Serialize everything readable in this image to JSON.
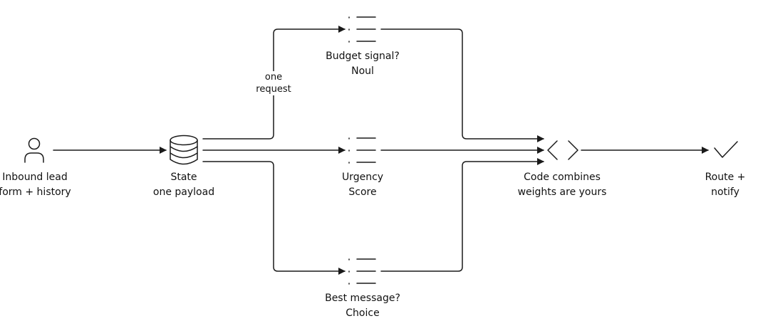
{
  "nodes": {
    "lead": {
      "line1": "Inbound lead",
      "line2": "form + history",
      "icon": "user-icon"
    },
    "state": {
      "line1": "State",
      "line2": "one payload",
      "icon": "database-icon"
    },
    "budget": {
      "line1": "Budget signal?",
      "line2": "Noul",
      "icon": "list-icon"
    },
    "urgency": {
      "line1": "Urgency",
      "line2": "Score",
      "icon": "list-icon"
    },
    "message": {
      "line1": "Best message?",
      "line2": "Choice",
      "icon": "list-icon"
    },
    "code": {
      "line1": "Code combines",
      "line2": "weights are yours",
      "icon": "code-icon"
    },
    "route": {
      "line1": "Route +",
      "line2": "notify",
      "icon": "check-icon"
    }
  },
  "edges": {
    "request_label": {
      "line1": "one",
      "line2": "request"
    }
  },
  "colors": {
    "stroke": "#1a1a1a",
    "text": "#111111",
    "background": "#ffffff"
  }
}
